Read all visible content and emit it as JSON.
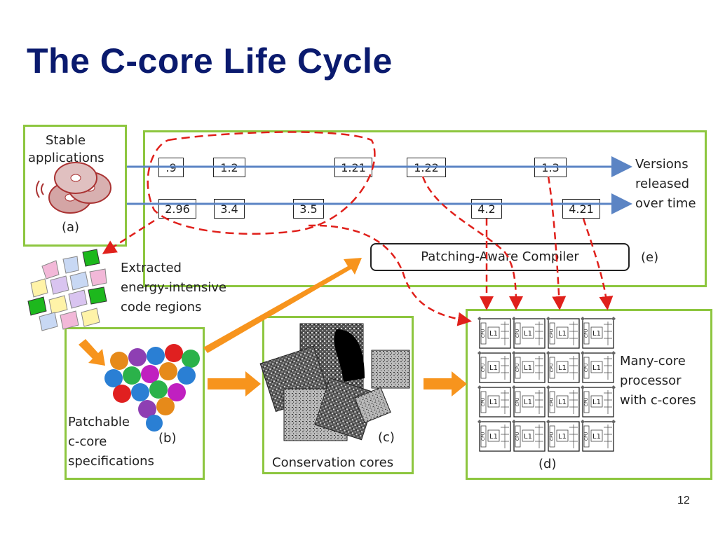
{
  "slide": {
    "title": "The C-core Life Cycle",
    "page_number": "12"
  },
  "diagram": {
    "stable_apps": {
      "label_line1": "Stable",
      "label_line2": "applications",
      "tag": "(a)"
    },
    "extracted": {
      "line1": "Extracted",
      "line2": "energy-intensive",
      "line3": "code regions"
    },
    "patchable": {
      "line1": "Patchable",
      "line2": "c-core",
      "line3": "specifications",
      "tag": "(b)"
    },
    "conservation": {
      "label": "Conservation cores",
      "tag": "(c)"
    },
    "manycore": {
      "line1": "Many-core",
      "line2": "processor",
      "line3": "with c-cores",
      "tag": "(d)",
      "cache_label": "L1",
      "cpu_label": "CPU"
    },
    "timeline": {
      "row1_versions": [
        ".9",
        "1.2",
        "1.21",
        "1.22",
        "1.3"
      ],
      "row2_versions": [
        "2.96",
        "3.4",
        "3.5",
        "4.2",
        "4.21"
      ],
      "caption_line1": "Versions",
      "caption_line2": "released",
      "caption_line3": "over time",
      "tag": "(e)"
    },
    "compiler": {
      "label": "Patching-Aware Compiler"
    },
    "colors": {
      "title": "#0a1a6e",
      "box_border": "#8dc63f",
      "timeline": "#5b84c4",
      "dashed": "#e0201b",
      "flow_arrow": "#f7941d"
    }
  }
}
